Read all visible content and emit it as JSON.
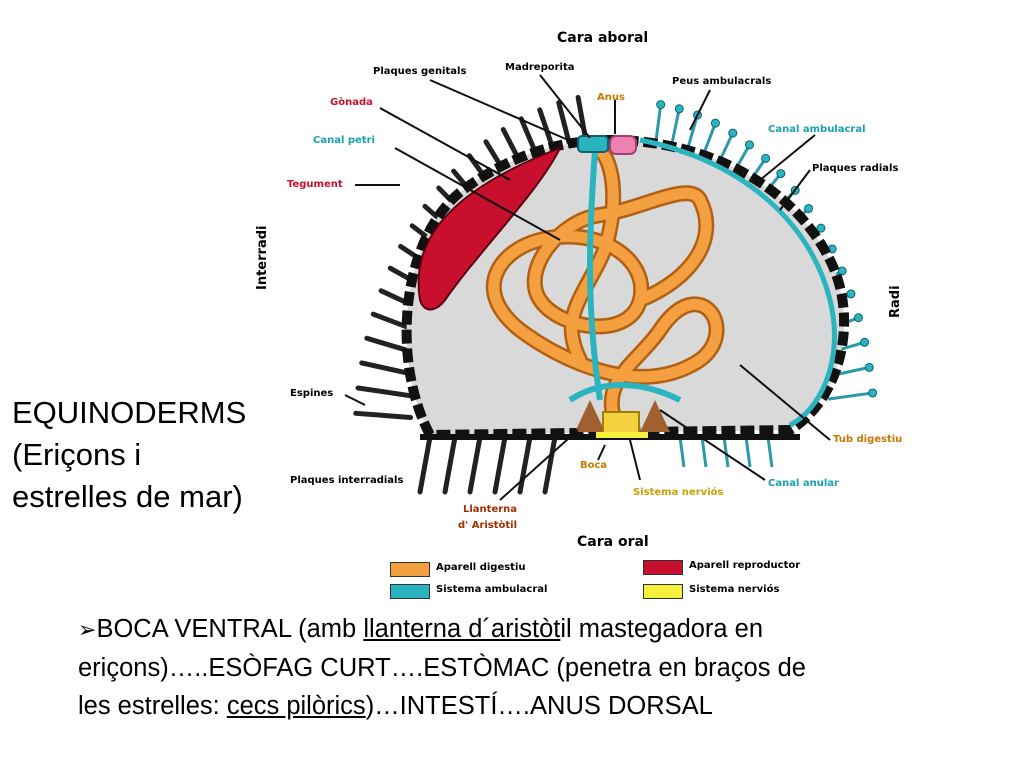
{
  "title": {
    "line1": "EQUINODERMS",
    "line2": "(Eriçons i",
    "line3": "estrelles de mar)"
  },
  "caption": {
    "bullet": "➢",
    "part1": "BOCA VENTRAL (amb ",
    "underline1": "llanterna d´aristòt",
    "part2": "il mastegadora en",
    "line2": "eriçons)…..ESÒFAG CURT….ESTÒMAC (penetra en braços de",
    "line3a": "les estrelles: ",
    "underline2": "cecs pilòrics",
    "line3b": ")…INTESTÍ….ANUS DORSAL"
  },
  "diagram": {
    "labels": {
      "cara_aboral": "Cara aboral",
      "plaques_genitals": "Plaques genitals",
      "madreporita": "Madreporita",
      "anus": "Anus",
      "peus_ambulacrals": "Peus ambulacrals",
      "gonada": "Gònada",
      "canal_petri": "Canal petri",
      "canal_ambulacral": "Canal ambulacral",
      "plaques_radials": "Plaques radials",
      "tegument": "Tegument",
      "interradi": "Interradi",
      "radi": "Radi",
      "espines": "Espines",
      "plaques_interradials": "Plaques interradials",
      "tub_digestiu": "Tub digestiu",
      "canal_anular": "Canal anular",
      "boca": "Boca",
      "sistema_nervios": "Sistema nerviós",
      "llanterna_1": "Llanterna",
      "llanterna_2": "d' Aristòtil",
      "cara_oral": "Cara oral"
    },
    "legend": [
      {
        "label": "Aparell digestiu",
        "color": "#f4a040"
      },
      {
        "label": "Sistema ambulacral",
        "color": "#2ab4c0"
      },
      {
        "label": "Aparell reproductor",
        "color": "#c8102e"
      },
      {
        "label": "Sistema nerviós",
        "color": "#f5f03c"
      }
    ],
    "colors": {
      "body": "#d9d9d9",
      "digestive": "#f4a040",
      "ambulacral": "#2ab4c0",
      "gonad": "#c8102e",
      "nervous": "#f5f03c",
      "anus_pink": "#f080b0",
      "gonada_label": "#c8102e",
      "canal_label": "#1aa0b0",
      "tegument_label": "#c8102e",
      "anus_label": "#c87800",
      "tub_label": "#c87800",
      "boca_label": "#c87800",
      "nervios_label": "#c8a000",
      "llanterna_label": "#a03000"
    }
  }
}
